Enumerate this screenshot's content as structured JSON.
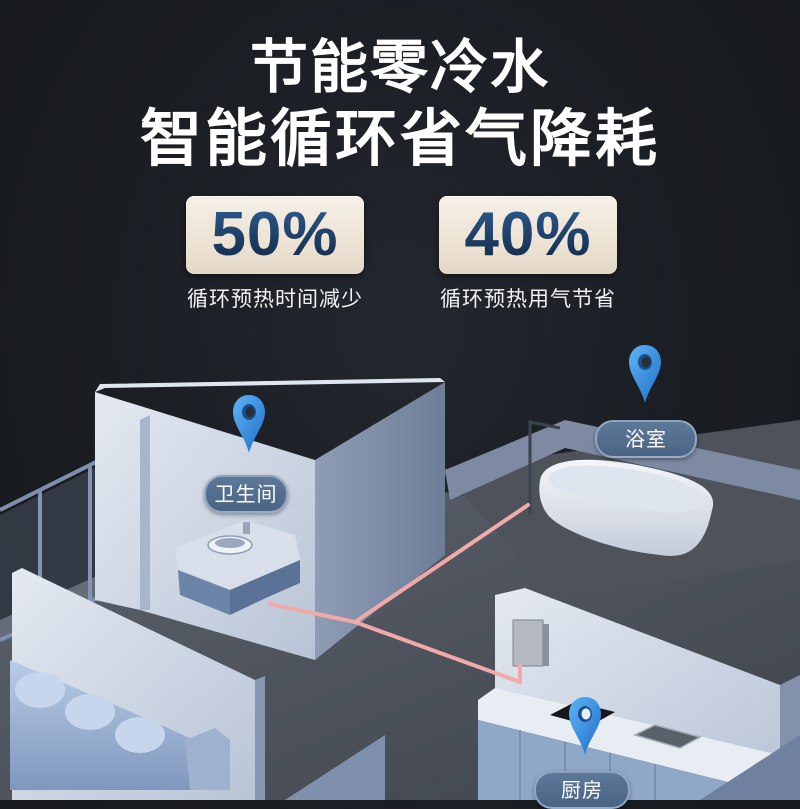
{
  "headline": {
    "line1": "节能零冷水",
    "line2": "智能循环省气降耗"
  },
  "stats": [
    {
      "value": "50%",
      "caption": "循环预热时间减少"
    },
    {
      "value": "40%",
      "caption": "循环预热用气节省"
    }
  ],
  "rooms": [
    {
      "label": "卫生间",
      "icon": "location-pin-icon"
    },
    {
      "label": "浴室",
      "icon": "location-pin-icon"
    },
    {
      "label": "厨房",
      "icon": "location-pin-icon"
    }
  ],
  "colors": {
    "background": "#1a1d22",
    "headline_text": "#ffffff",
    "badge_bg": "#efe6d8",
    "badge_text": "#1f4370",
    "label_bg": "#526d8f",
    "pin_blue": "#2f8fe0",
    "pipe_pink": "#f2a9a9"
  }
}
